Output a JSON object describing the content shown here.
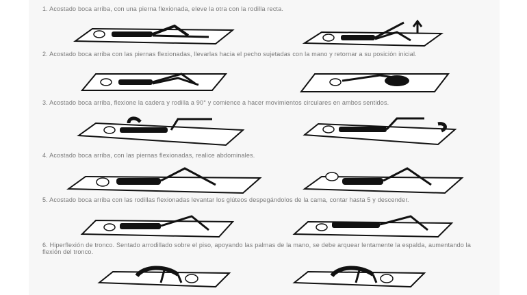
{
  "steps": [
    {
      "n": "1.",
      "text": "Acostado boca arriba, con una pierna flexionada, eleve la otra con la rodilla recta."
    },
    {
      "n": "2.",
      "text": "Acostado boca arriba con las piernas flexionadas, llevarlas hacia el pecho sujetadas con la mano y retornar a su posición inicial."
    },
    {
      "n": "3.",
      "text": "Acostado boca arriba, flexione la cadera y rodilla a 90° y comience a hacer movimientos circulares en ambos sentidos."
    },
    {
      "n": "4.",
      "text": "Acostado boca arriba, con las piernas flexionadas, realice abdominales."
    },
    {
      "n": "5.",
      "text": "Acostado boca arriba con las rodillas flexionadas levantar los glúteos despegándolos de la cama, contar hasta 5 y descender."
    },
    {
      "n": "6.",
      "text": "Hiperflexión de tronco. Sentado arrodillado sobre el piso, apoyando las palmas de la mano, se debe arquear lentamente la espalda, aumentando la flexión del tronco."
    }
  ],
  "icons": [
    "arrow-up-icon",
    "rotate-arrow-icon"
  ]
}
